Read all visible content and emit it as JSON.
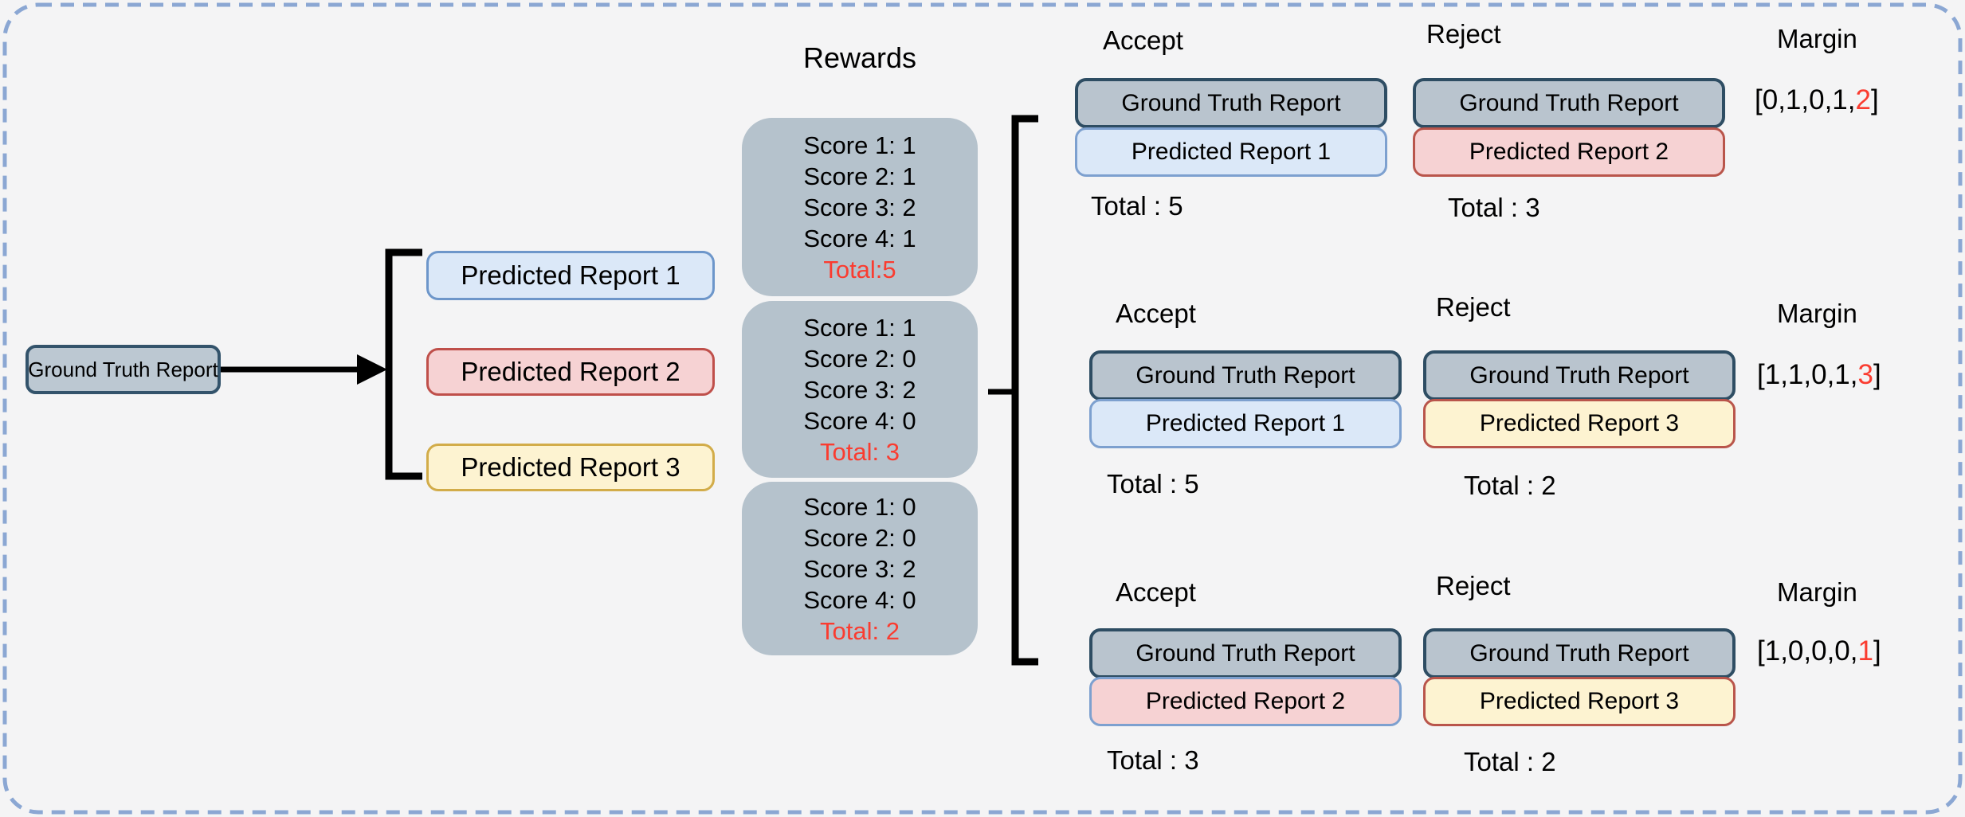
{
  "figure": {
    "background": "#f4f4f5",
    "dashed_border_color": "#8ba7d3",
    "highlight_red": "#fa3c30"
  },
  "source": {
    "ground_truth_label": "Ground Truth Report",
    "predictions": [
      {
        "label": "Predicted Report 1"
      },
      {
        "label": "Predicted Report 2"
      },
      {
        "label": "Predicted Report 3"
      }
    ]
  },
  "rewards": {
    "title": "Rewards",
    "boxes": [
      {
        "line1": "Score 1: 1",
        "line2": "Score 2: 1",
        "line3": "Score 3: 2",
        "line4": "Score 4: 1",
        "total": "Total:5"
      },
      {
        "line1": "Score 1: 1",
        "line2": "Score 2: 0",
        "line3": "Score 3: 2",
        "line4": "Score 4: 0",
        "total": "Total: 3"
      },
      {
        "line1": "Score 1: 0",
        "line2": "Score 2: 0",
        "line3": "Score 3: 2",
        "line4": "Score 4: 0",
        "total": "Total: 2"
      }
    ]
  },
  "comparisons": [
    {
      "accept_header": "Accept",
      "reject_header": "Reject",
      "margin_header": "Margin",
      "accept_top": "Ground Truth Report",
      "accept_bottom": "Predicted Report 1",
      "accept_total": "Total : 5",
      "reject_top": "Ground Truth Report",
      "reject_bottom": "Predicted Report 2",
      "reject_total": "Total : 3",
      "margin_prefix": "[0,1,0,1,",
      "margin_red": "2",
      "margin_suffix": "]"
    },
    {
      "accept_header": "Accept",
      "reject_header": "Reject",
      "margin_header": "Margin",
      "accept_top": "Ground Truth Report",
      "accept_bottom": "Predicted Report 1",
      "accept_total": "Total : 5",
      "reject_top": "Ground Truth Report",
      "reject_bottom": "Predicted Report 3",
      "reject_total": "Total : 2",
      "margin_prefix": "[1,1,0,1,",
      "margin_red": "3",
      "margin_suffix": "]"
    },
    {
      "accept_header": "Accept",
      "reject_header": "Reject",
      "margin_header": "Margin",
      "accept_top": "Ground Truth Report",
      "accept_bottom": "Predicted Report 2",
      "accept_total": "Total : 3",
      "reject_top": "Ground Truth Report",
      "reject_bottom": "Predicted Report 3",
      "reject_total": "Total : 2",
      "margin_prefix": "[1,0,0,0,",
      "margin_red": "1",
      "margin_suffix": "]"
    }
  ]
}
